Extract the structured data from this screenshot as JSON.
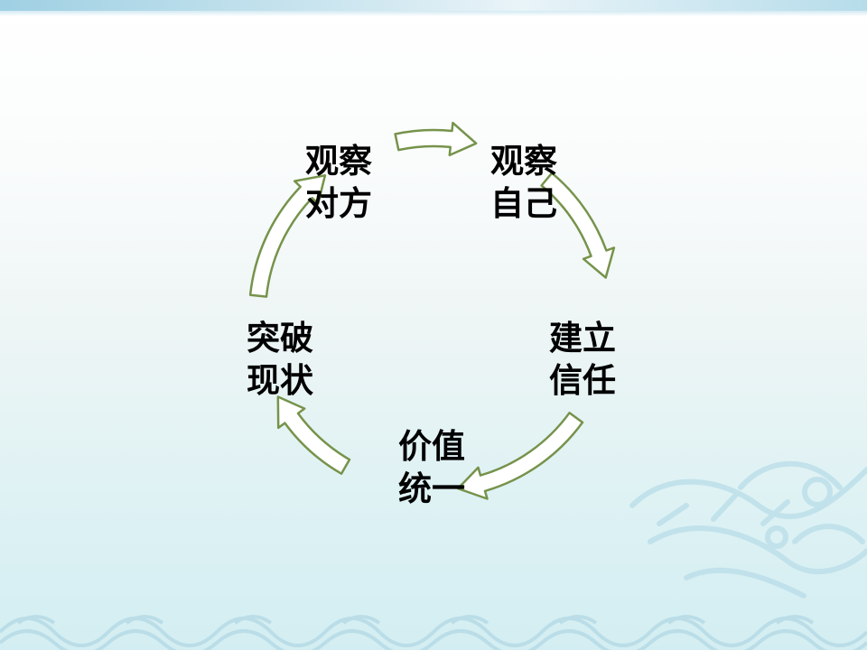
{
  "slide": {
    "cycle": [
      {
        "line1": "观察",
        "line2": "对方"
      },
      {
        "line1": "观察",
        "line2": "自己"
      },
      {
        "line1": "建立",
        "line2": "信任"
      },
      {
        "line1": "价值",
        "line2": "统一"
      },
      {
        "line1": "突破",
        "line2": "现状"
      }
    ],
    "colors": {
      "arrow_fill": "#ffffff",
      "arrow_stroke": "#76934b",
      "text": "#000000"
    }
  }
}
